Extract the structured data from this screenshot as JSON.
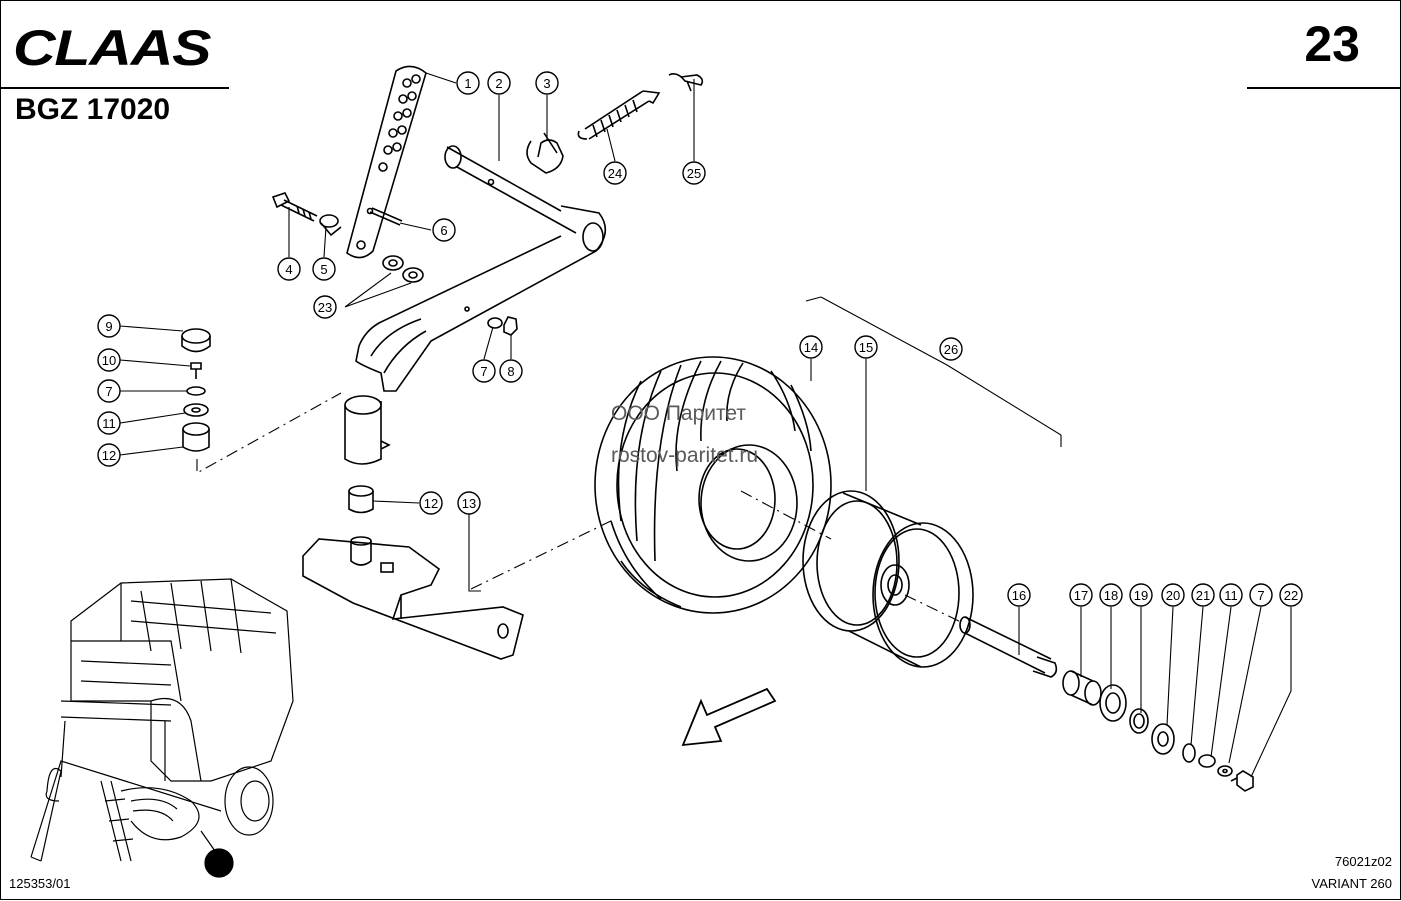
{
  "brand": "CLAAS",
  "document_code": "BGZ 17020",
  "page_number": "23",
  "drawing_ref": "125353/01",
  "image_ref": "76021z02",
  "model": "VARIANT 260",
  "watermark": {
    "line1": "ООО Паритет",
    "line2": "rostov-paritet.ru"
  },
  "callouts": [
    "1",
    "2",
    "3",
    "4",
    "5",
    "6",
    "7",
    "8",
    "9",
    "10",
    "7",
    "11",
    "12",
    "12",
    "13",
    "14",
    "15",
    "16",
    "17",
    "18",
    "19",
    "20",
    "21",
    "11",
    "7",
    "22",
    "23",
    "24",
    "25",
    "26"
  ]
}
